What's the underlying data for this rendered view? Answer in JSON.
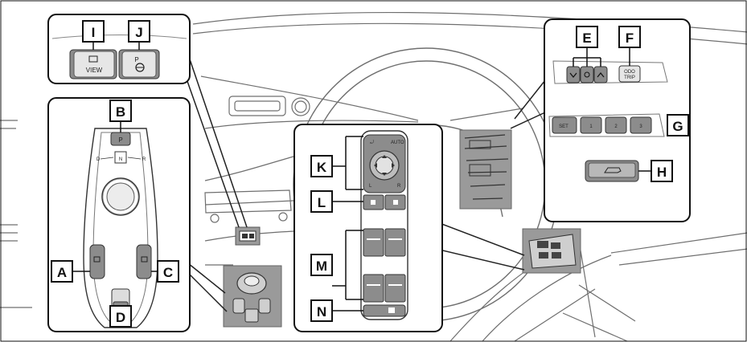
{
  "callouts": {
    "A": "A",
    "B": "B",
    "C": "C",
    "D": "D",
    "E": "E",
    "F": "F",
    "G": "G",
    "H": "H",
    "I": "I",
    "J": "J",
    "K": "K",
    "L": "L",
    "M": "M",
    "N": "N"
  },
  "button_text": {
    "view": "VIEW",
    "p": "P",
    "odo": "ODO",
    "trip": "TRIP",
    "set": "SET",
    "mem1": "1",
    "mem2": "2",
    "mem3": "3",
    "auto": "AUTO",
    "shift_d": "D",
    "shift_n": "N",
    "shift_r": "R",
    "mirror_l": "L",
    "mirror_r": "R"
  },
  "colors": {
    "panel_border": "#111111",
    "highlight_gray": "#9a9a9a",
    "button_gray": "#8c8c8c",
    "line_gray": "#777777"
  }
}
